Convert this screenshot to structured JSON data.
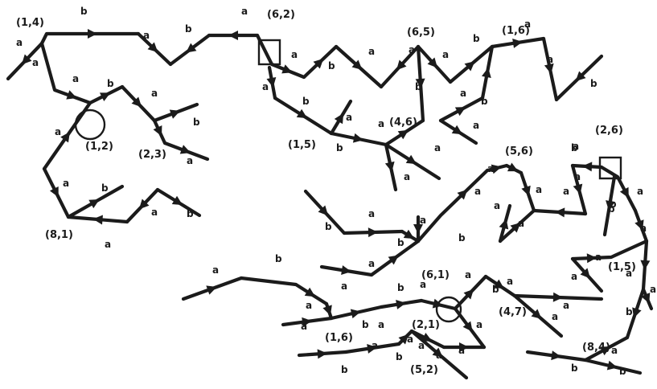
{
  "diagram": {
    "nodes": [
      {
        "id": "n1",
        "label": "(1,4)"
      },
      {
        "id": "n2",
        "label": "(6,2)",
        "marker": "square"
      },
      {
        "id": "n3",
        "label": "(6,5)"
      },
      {
        "id": "n4",
        "label": "(1,6)"
      },
      {
        "id": "n5",
        "label": "(1,5)"
      },
      {
        "id": "n6",
        "label": "(4,6)"
      },
      {
        "id": "n7",
        "label": "(1,2)",
        "marker": "circle"
      },
      {
        "id": "n8",
        "label": "(2,3)"
      },
      {
        "id": "n9",
        "label": "(8,1)"
      },
      {
        "id": "n10",
        "label": "(5,6)"
      },
      {
        "id": "n11",
        "label": "(2,6)",
        "marker": "square"
      },
      {
        "id": "n12",
        "label": "(6,1)"
      },
      {
        "id": "n13",
        "label": "(1,5)"
      },
      {
        "id": "n14",
        "label": "(1,6)"
      },
      {
        "id": "n15",
        "label": "(2,1)",
        "marker": "circle"
      },
      {
        "id": "n16",
        "label": "(4,7)"
      },
      {
        "id": "n17",
        "label": "(5,2)"
      },
      {
        "id": "n18",
        "label": "(8,4)"
      }
    ],
    "edge_labels": [
      "a",
      "b",
      "a",
      "b",
      "a",
      "a",
      "a",
      "b",
      "a",
      "b",
      "a",
      "a",
      "a",
      "b",
      "a",
      "a",
      "b",
      "a",
      "b",
      "a",
      "a",
      "a",
      "b",
      "a",
      "a",
      "b",
      "a",
      "a",
      "b",
      "b",
      "a",
      "b",
      "b",
      "a",
      "a",
      "a",
      "a",
      "b",
      "a",
      "b",
      "a",
      "b",
      "a",
      "a",
      "a",
      "a",
      "a",
      "b",
      "a",
      "a",
      "a",
      "a",
      "a",
      "b",
      "a",
      "a",
      "b",
      "a",
      "b",
      "a",
      "a",
      "b",
      "a",
      "a",
      "a",
      "a",
      "a",
      "a",
      "a",
      "a",
      "b",
      "a",
      "b",
      "a",
      "b",
      "a",
      "a",
      "a",
      "b",
      "a",
      "b",
      "b",
      "a",
      "a",
      "b",
      "a",
      "a",
      "a",
      "a",
      "a",
      "b",
      "a",
      "a",
      "b",
      "a",
      "b",
      "a",
      "a",
      "b",
      "a",
      "a",
      "b",
      "a",
      "a",
      "b",
      "a",
      "a",
      "a",
      "a",
      "a"
    ]
  }
}
